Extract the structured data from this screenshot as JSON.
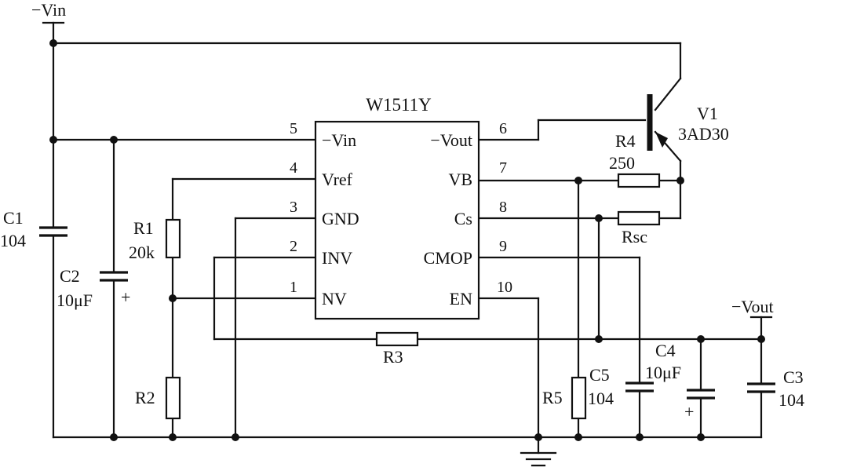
{
  "ic": {
    "name": "W1511Y",
    "left_pins": [
      {
        "num": "5",
        "label": "−Vin"
      },
      {
        "num": "4",
        "label": "Vref"
      },
      {
        "num": "3",
        "label": "GND"
      },
      {
        "num": "2",
        "label": "INV"
      },
      {
        "num": "1",
        "label": "NV"
      }
    ],
    "right_pins": [
      {
        "num": "6",
        "label": "−Vout"
      },
      {
        "num": "7",
        "label": "VB"
      },
      {
        "num": "8",
        "label": "Cs"
      },
      {
        "num": "9",
        "label": "CMOP"
      },
      {
        "num": "10",
        "label": "EN"
      }
    ]
  },
  "terminals": {
    "vin": "−Vin",
    "vout": "−Vout"
  },
  "components": {
    "c1": {
      "name": "C1",
      "value": "104"
    },
    "c2": {
      "name": "C2",
      "value": "10μF",
      "polarity": "+"
    },
    "r1": {
      "name": "R1",
      "value": "20k"
    },
    "r2": {
      "name": "R2"
    },
    "r3": {
      "name": "R3"
    },
    "r4": {
      "name": "R4",
      "value": "250"
    },
    "rsc": {
      "name": "Rsc"
    },
    "r5": {
      "name": "R5"
    },
    "c5": {
      "name": "C5",
      "value": "104"
    },
    "c4": {
      "name": "C4",
      "value": "10μF",
      "polarity": "+"
    },
    "c3": {
      "name": "C3",
      "value": "104"
    },
    "v1": {
      "name": "V1",
      "part": "3AD30"
    }
  }
}
